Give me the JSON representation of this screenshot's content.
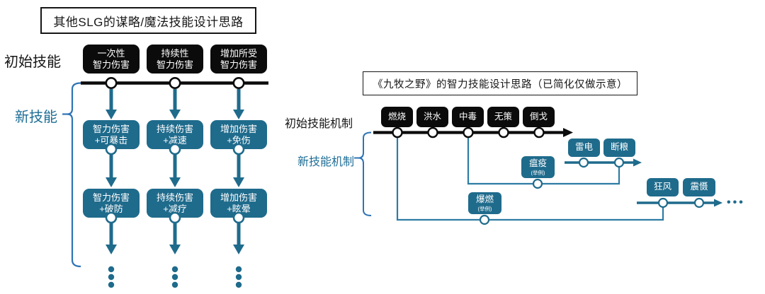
{
  "left": {
    "title": "其他SLG的谋略/魔法技能设计思路",
    "initial_skill_label": "初始技能",
    "new_skill_label": "新技能",
    "initial_boxes": [
      "一次性\n智力伤害",
      "持续性\n智力伤害",
      "增加所受\n智力伤害"
    ],
    "tier1_boxes": [
      "智力伤害\n+可暴击",
      "持续伤害\n+减速",
      "增加伤害\n+免伤"
    ],
    "tier2_boxes": [
      "智力伤害\n+破防",
      "持续伤害\n+减疗",
      "增加伤害\n+眩晕"
    ]
  },
  "right": {
    "title": "《九牧之野》的智力技能设计思路（已简化仅做示意）",
    "initial_mech_label": "初始技能机制",
    "new_mech_label": "新技能机制",
    "initial_boxes": [
      "燃烧",
      "洪水",
      "中毒",
      "无策",
      "倒戈"
    ],
    "example_boxes": [
      {
        "name": "瘟疫",
        "sub": "(举例)"
      },
      {
        "name": "爆燃",
        "sub": "(举例)"
      }
    ],
    "tier2_boxes": [
      "雷电",
      "断粮"
    ],
    "tier3_boxes": [
      "狂风",
      "震慑"
    ],
    "more_indicator": "•••"
  },
  "colors": {
    "teal_box": "#1f6b8c",
    "connector": "#2e7ca4",
    "bracket": "#2e74b5",
    "label_teal": "#1e6e96",
    "black": "#0b0b0b"
  }
}
